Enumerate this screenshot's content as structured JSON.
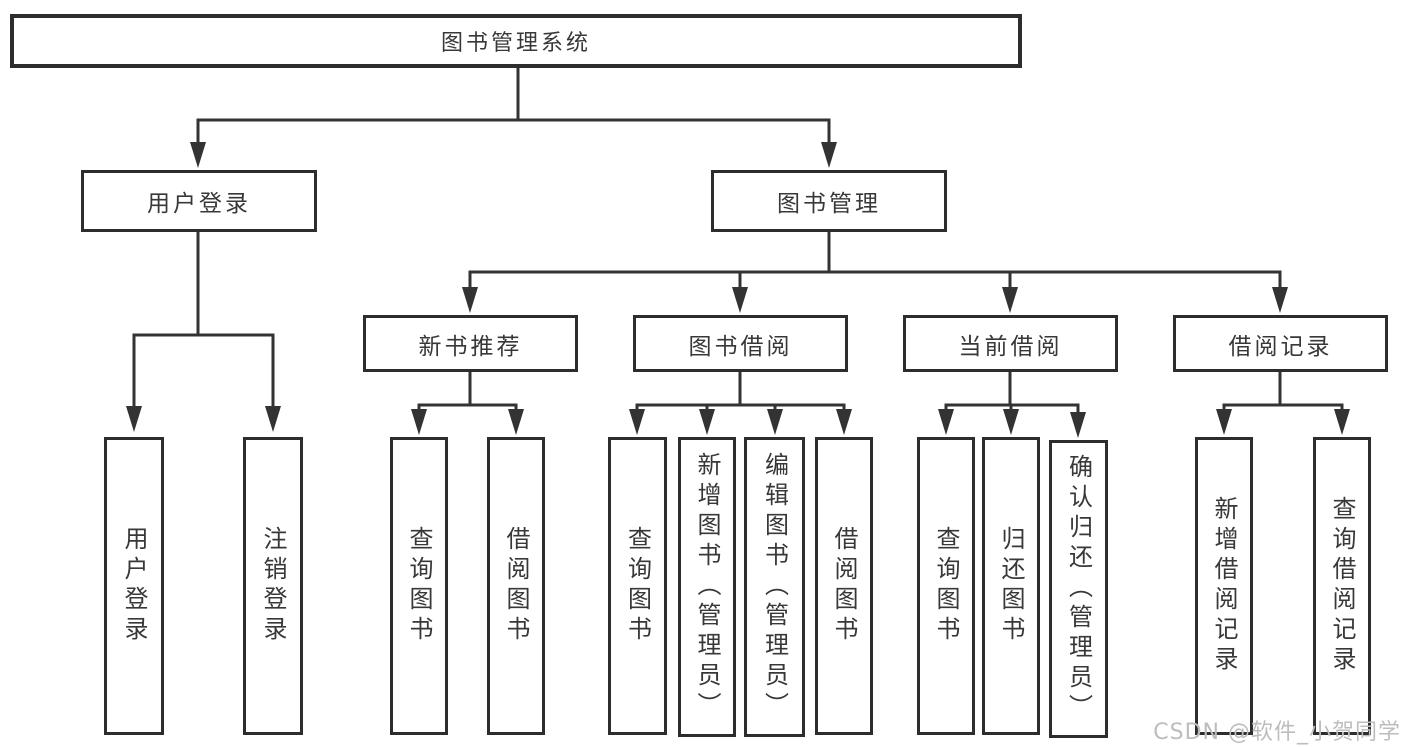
{
  "tree": {
    "root": {
      "label": "图书管理系统",
      "children": [
        {
          "label": "用户登录",
          "children": [
            {
              "label": "用户登录"
            },
            {
              "label": "注销登录"
            }
          ]
        },
        {
          "label": "图书管理",
          "children": [
            {
              "label": "新书推荐",
              "children": [
                {
                  "label": "查询图书"
                },
                {
                  "label": "借阅图书"
                }
              ]
            },
            {
              "label": "图书借阅",
              "children": [
                {
                  "label": "查询图书"
                },
                {
                  "label": "新增图书（管理员）"
                },
                {
                  "label": "编辑图书（管理员）"
                },
                {
                  "label": "借阅图书"
                }
              ]
            },
            {
              "label": "当前借阅",
              "children": [
                {
                  "label": "查询图书"
                },
                {
                  "label": "归还图书"
                },
                {
                  "label": "确认归还（管理员）"
                }
              ]
            },
            {
              "label": "借阅记录",
              "children": [
                {
                  "label": "新增借阅记录"
                },
                {
                  "label": "查询借阅记录"
                }
              ]
            }
          ]
        }
      ]
    }
  },
  "watermark": "CSDN @软件_小贺同学",
  "colors": {
    "line": "#333333",
    "border": "#2d2d2d",
    "text": "#383838",
    "watermark": "#bdbdbd",
    "bg": "#ffffff"
  }
}
